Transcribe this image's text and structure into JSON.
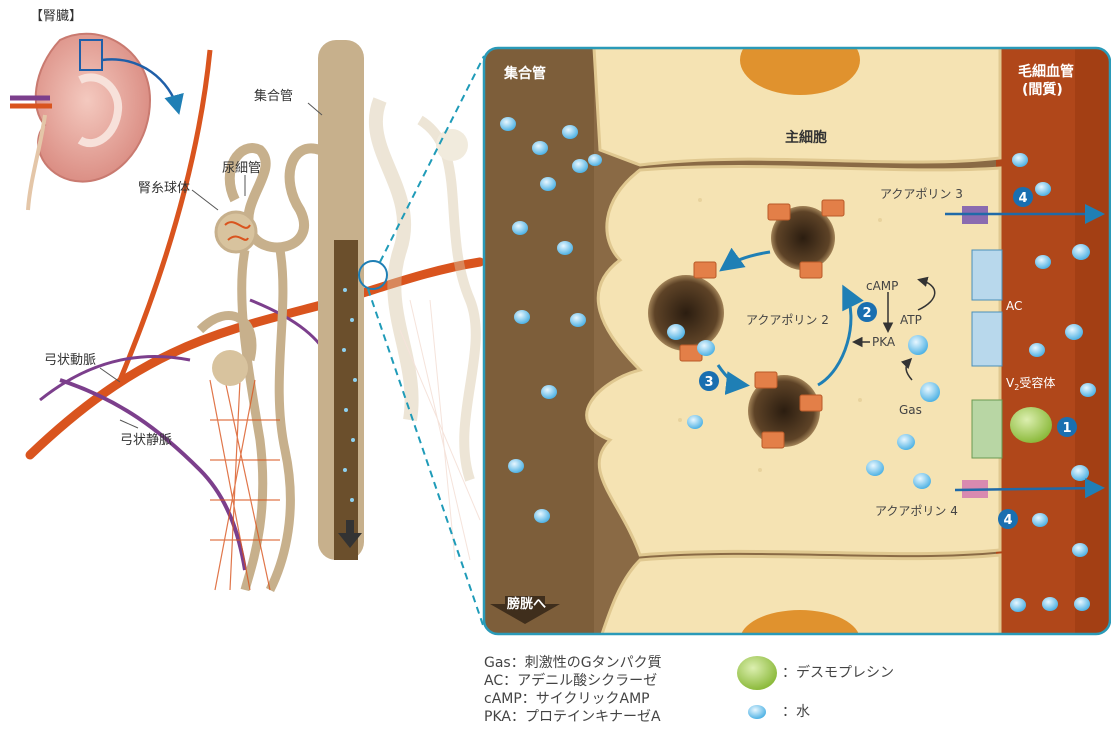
{
  "colors": {
    "accent": "#1f7fb5",
    "number_badge": "#1a6fb0",
    "tubule": "#c7b08c",
    "capillary": "#b0471a",
    "artery": "#d9541e",
    "vein": "#7c3f8c",
    "cell": "#f5e3b3",
    "lumen": "#8a6a45",
    "water": "#6ec3ea",
    "desmopressin": "#9fc84e"
  },
  "left": {
    "kidney_label": "【腎臓】",
    "collecting_duct_label": "集合管",
    "renal_tubule_label": "尿細管",
    "glomerulus_label": "腎糸球体",
    "arcuate_artery_label": "弓状動脈",
    "arcuate_vein_label": "弓状静脈"
  },
  "right": {
    "collecting_duct_title": "集合管",
    "principal_cell_title": "主細胞",
    "capillary_title_line1": "毛細血管",
    "capillary_title_line2": "(間質)",
    "to_bladder": "膀胱へ",
    "aquaporin3": "アクアポリン 3",
    "aquaporin2": "アクアポリン 2",
    "aquaporin4": "アクアポリン 4",
    "camp": "cAMP",
    "atp": "ATP",
    "pka": "PKA",
    "ac": "AC",
    "gas": "Gas",
    "v2_receptor_prefix": "V",
    "v2_receptor_sub": "2",
    "v2_receptor_suffix": "受容体",
    "step1": "1",
    "step2": "2",
    "step3": "3",
    "step4a": "4",
    "step4b": "4"
  },
  "legend": {
    "gas": "Gas：刺激性のGタンパク質",
    "ac": "AC：アデニル酸シクラーゼ",
    "camp": "cAMP：サイクリックAMP",
    "pka": "PKA：プロテインキナーゼA",
    "desmopressin": "：デスモプレシン",
    "water": "：水"
  }
}
